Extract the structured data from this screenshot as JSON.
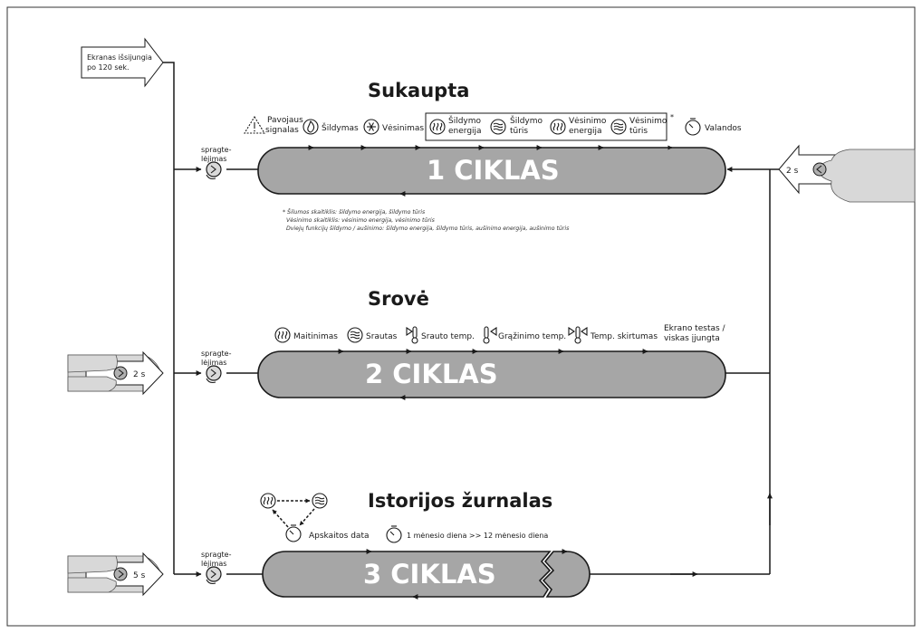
{
  "screen_off": [
    "Ekranas išsijungia",
    "po 120 sek."
  ],
  "click_label": [
    "spragte-",
    "lėjimas"
  ],
  "sections": [
    {
      "title": "Sukaupta",
      "cycle": "1 CIKLAS",
      "hold": "2 s",
      "items": [
        {
          "icon": "warning-icon",
          "lines": [
            "Pavojaus",
            "signalas"
          ]
        },
        {
          "icon": "flame-icon",
          "lines": [
            "Šildymas"
          ]
        },
        {
          "icon": "snowflake-icon",
          "lines": [
            "Vėsinimas"
          ]
        },
        {
          "icon": "heat-waves-icon",
          "lines": [
            "Šildymo",
            "energija"
          ]
        },
        {
          "icon": "flow-icon",
          "lines": [
            "Šildymo",
            "tūris"
          ]
        },
        {
          "icon": "heat-waves-icon",
          "lines": [
            "Vėsinimo",
            "energija"
          ]
        },
        {
          "icon": "flow-icon",
          "lines": [
            "Vėsinimo",
            "tūris"
          ]
        },
        {
          "icon": "stopwatch-icon",
          "lines": [
            "Valandos"
          ]
        }
      ],
      "asterisk": "*",
      "notes": [
        "* Šilumos skaitiklis: šildymo energija, šildymo tūris",
        "Vėsinimo skaitiklis: vėsinimo energija, vėsinimo tūris",
        "Dviejų funkcijų šildymo / aušinimo: šildymo energija, šildymo tūris, aušinimo energija, aušinimo tūris"
      ]
    },
    {
      "title": "Srovė",
      "cycle": "2 CIKLAS",
      "hold": "2 s",
      "items": [
        {
          "icon": "heat-waves-icon",
          "lines": [
            "Maitinimas"
          ]
        },
        {
          "icon": "flow-icon",
          "lines": [
            "Srautas"
          ]
        },
        {
          "icon": "flow-temp-icon",
          "lines": [
            "Srauto temp."
          ]
        },
        {
          "icon": "return-temp-icon",
          "lines": [
            "Grąžinimo temp."
          ]
        },
        {
          "icon": "temp-diff-icon",
          "lines": [
            "Temp. skirtumas"
          ]
        },
        {
          "icon": "",
          "lines": [
            "Ekrano testas /",
            "viskas įjungta"
          ]
        }
      ]
    },
    {
      "title": "Istorijos žurnalas",
      "cycle": "3 CIKLAS",
      "hold": "5 s",
      "items": [
        {
          "icon": "stopwatch-icon",
          "lines": [
            "Apskaitos data"
          ]
        },
        {
          "icon": "stopwatch-icon",
          "lines": [
            "1 mėnesio diena >> 12 mėnesio diena"
          ]
        }
      ]
    }
  ]
}
